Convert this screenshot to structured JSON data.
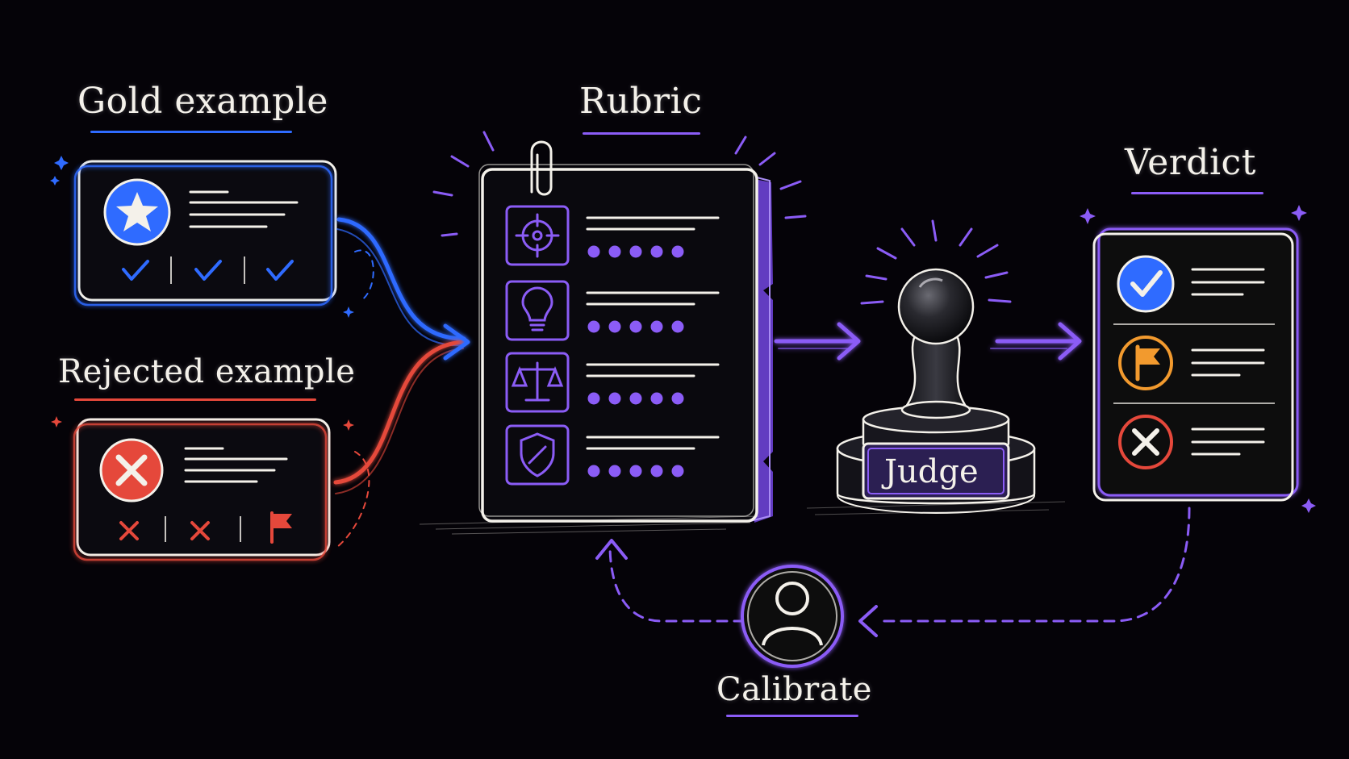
{
  "labels": {
    "gold_example": "Gold example",
    "rejected_example": "Rejected example",
    "rubric": "Rubric",
    "verdict": "Verdict",
    "judge": "Judge",
    "calibrate": "Calibrate"
  },
  "icons": {
    "gold_badge": "star-icon",
    "gold_marks": [
      "checkmark-icon",
      "checkmark-icon",
      "checkmark-icon"
    ],
    "rejected_badge": "x-circle-icon",
    "rejected_marks": [
      "x-mark-icon",
      "x-mark-icon",
      "flag-icon"
    ],
    "rubric_criteria": [
      "target-icon",
      "lightbulb-icon",
      "scales-icon",
      "shield-icon"
    ],
    "verdict_items": [
      "check-circle-icon",
      "flag-circle-icon",
      "x-circle-icon"
    ],
    "calibrate": "person-icon"
  },
  "rubric_rating_dots": 5,
  "colors": {
    "background": "#050308",
    "gold": "#2f6bff",
    "rejected": "#e5483b",
    "accent": "#8b5cf6",
    "flag_orange": "#f29a2e",
    "chalk": "#f4f1ea"
  }
}
